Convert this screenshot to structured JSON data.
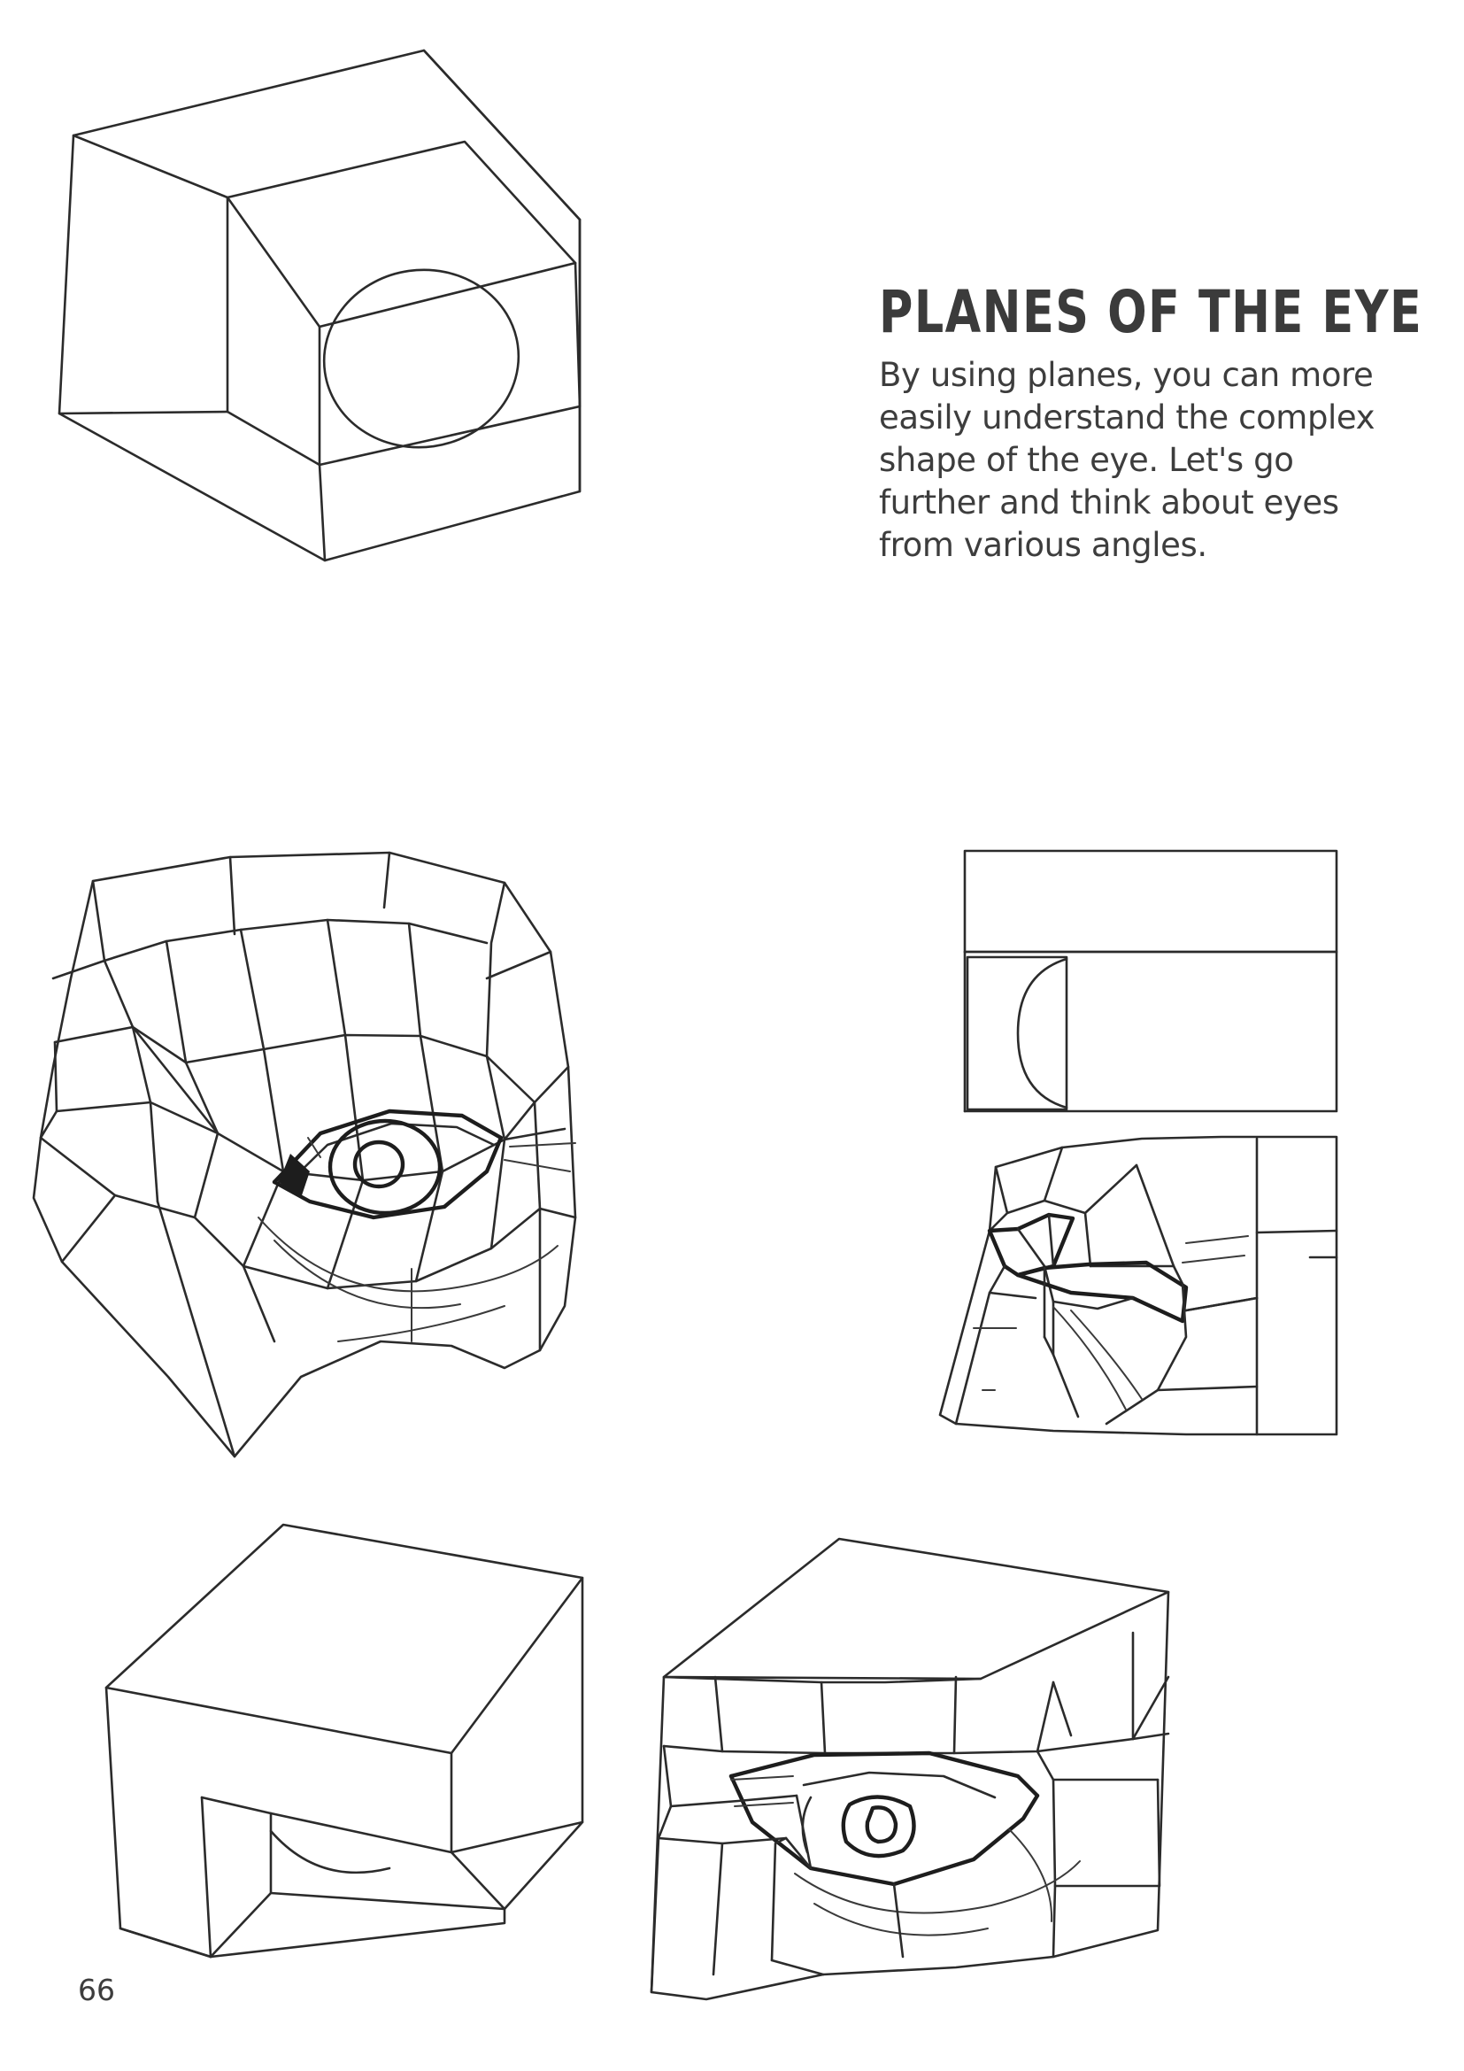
{
  "page": {
    "number": "66",
    "background_color": "#ffffff",
    "ink_color": "#2b2b2b",
    "text_color": "#3d3d3d"
  },
  "article": {
    "title": "PLANES OF THE EYE",
    "body": "By using planes, you can more easily understand the complex shape of the eye. Let's go further and think about eyes from various angles."
  },
  "figures": [
    {
      "id": "top-cube",
      "name": "eye-socket-block-three-quarter-view"
    },
    {
      "id": "main-eye",
      "name": "faceted-eye-three-quarter-view"
    },
    {
      "id": "side-box",
      "name": "eye-socket-block-profile-view"
    },
    {
      "id": "side-eye",
      "name": "faceted-eye-profile-view"
    },
    {
      "id": "bottom-box",
      "name": "eye-socket-block-low-angle-view"
    },
    {
      "id": "bottom-eye",
      "name": "faceted-eye-low-angle-view"
    }
  ]
}
